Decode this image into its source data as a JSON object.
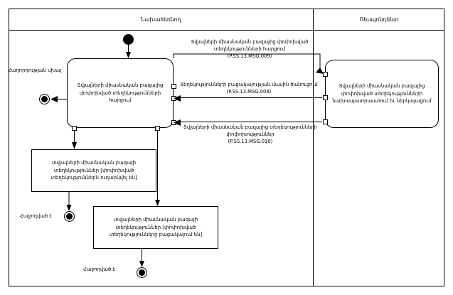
{
  "diagram": {
    "type": "uml-activity-diagram",
    "stroke_color": "#000000",
    "background_color": "#ffffff",
    "swimlanes": [
      {
        "id": "initiator",
        "label": "Նախաձեռնող"
      },
      {
        "id": "respondent",
        "label": "Ռեսպոնդենտ"
      }
    ],
    "nodes": [
      {
        "id": "initial-node",
        "kind": "initial",
        "label": ""
      },
      {
        "id": "request-activity",
        "kind": "activity",
        "label": "Տվյալների միասնական բազայից փոփոխված տեղեկությունների հարցում"
      },
      {
        "id": "respond-activity",
        "kind": "activity",
        "label": "Տվյալների միասնական բազայից փոփոխված տեղեկությունների նախապատրաստում եւ ներկայացում"
      },
      {
        "id": "object-sent",
        "kind": "object",
        "label": "տվյալների միասնական բազայի տեղեկություններ [փոփոխված տեղեկություններն ուղարկվել են]"
      },
      {
        "id": "object-absent",
        "kind": "object",
        "label": "տվյալների միասնական բազայի տեղեկություններ [փոփոխված տեղեկությունները բացակայում են]"
      },
      {
        "id": "final-error",
        "kind": "final",
        "label": "Հաղորդության սխալ"
      },
      {
        "id": "final-success-1",
        "kind": "final",
        "label": "Հաջողված է"
      },
      {
        "id": "final-success-2",
        "kind": "final",
        "label": "Հաջողված է"
      }
    ],
    "messages": [
      {
        "id": "msg-009",
        "direction": "initiator-to-respondent",
        "text": "Տվյալների միասնական բազայից փոփոխված տեղեկությունների հարցում",
        "code": "(P.SS.13.MSG.009)"
      },
      {
        "id": "msg-008",
        "direction": "respondent-to-initiator",
        "text": "Տեղեկությունների բացակայության մասին ծանուցում",
        "code": "(P.SS.13.MSG.008)"
      },
      {
        "id": "msg-010",
        "direction": "respondent-to-initiator",
        "text": "Տվյալների միասնական բազայից տեղեկությունների փոփոխություններ",
        "code": "(P.SS.13.MSG.010)"
      }
    ]
  }
}
